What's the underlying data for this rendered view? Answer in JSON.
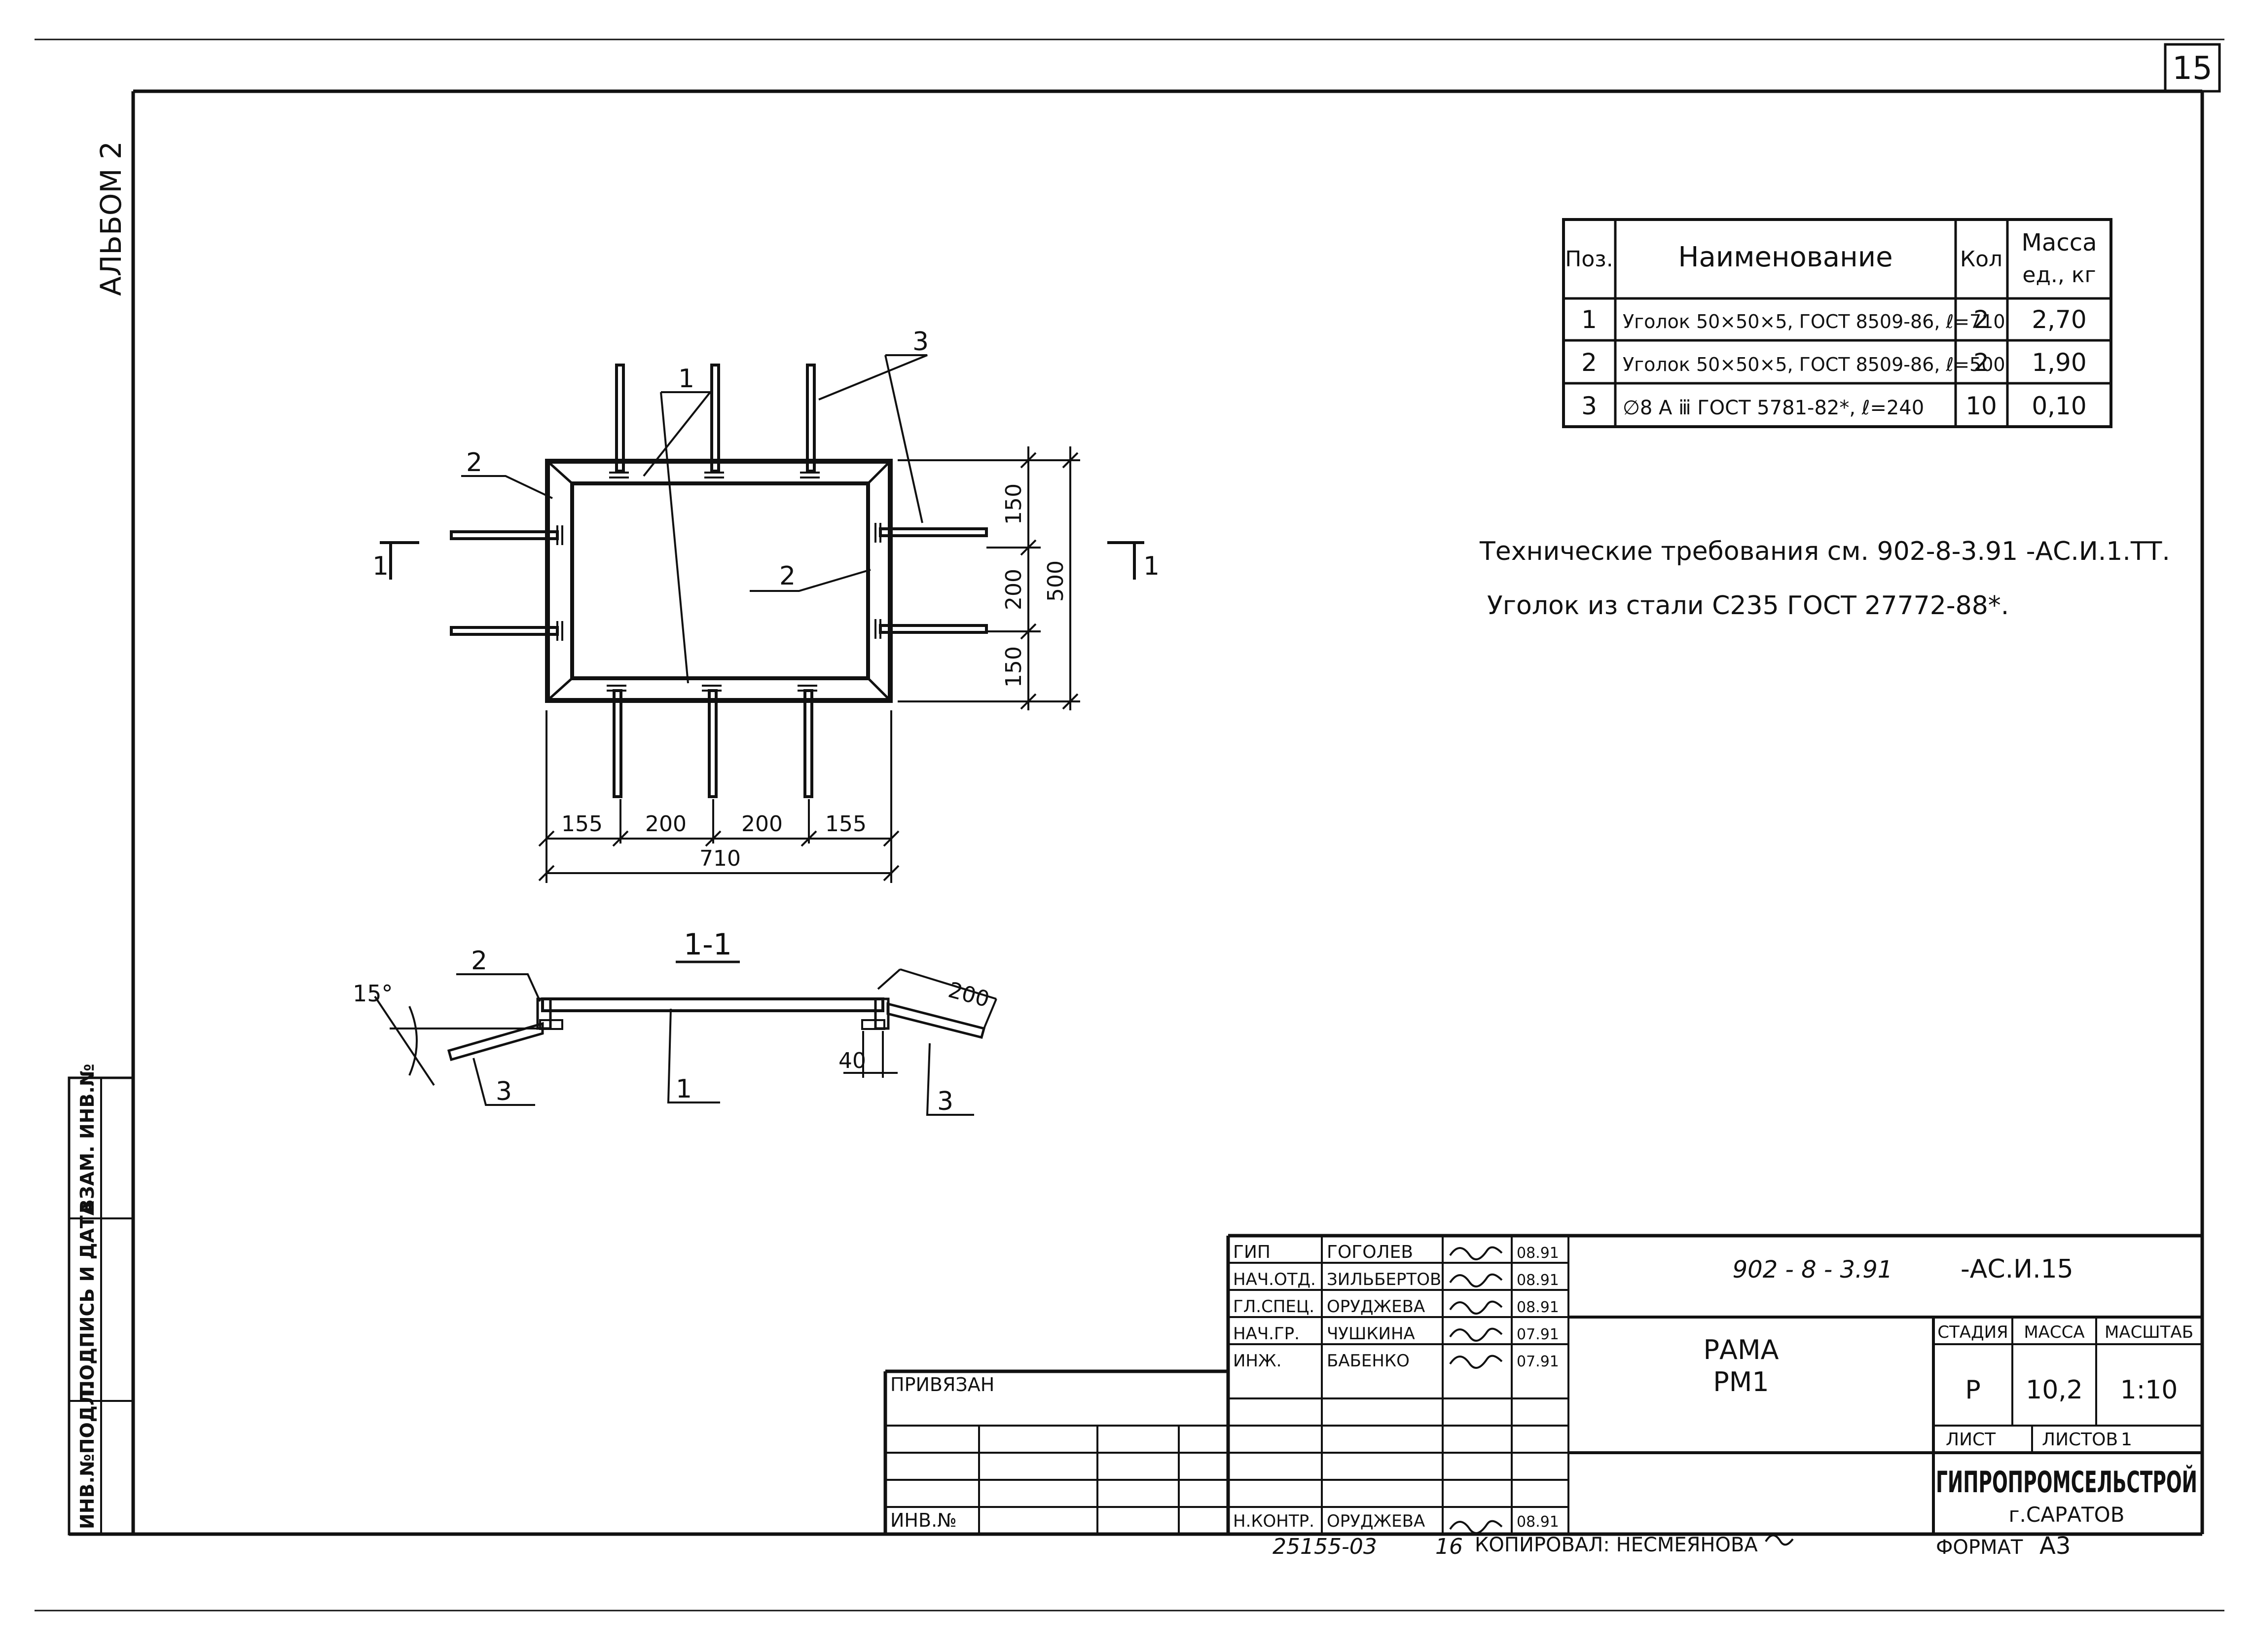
{
  "sheet": {
    "page_number": "15",
    "album": "АЛЬБОМ 2"
  },
  "side_stamp": {
    "inv_podl": "ИНВ.№ПОДЛ.",
    "podpis_data": "ПОДПИСЬ И ДАТА",
    "vzam_inv": "ВЗАМ. ИНВ.№"
  },
  "spec_table": {
    "headers": [
      "Поз.",
      "Наименование",
      "Кол",
      "Масса",
      "ед., кг"
    ],
    "rows": [
      {
        "pos": "1",
        "name": "Уголок 50×50×5, ГОСТ 8509-86, ℓ=710",
        "qty": "2",
        "mass": "2,70"
      },
      {
        "pos": "2",
        "name": "Уголок 50×50×5, ГОСТ 8509-86, ℓ=500",
        "qty": "2",
        "mass": "1,90"
      },
      {
        "pos": "3",
        "name": "∅8 A ⅲ ГОСТ 5781-82*, ℓ=240",
        "qty": "10",
        "mass": "0,10"
      }
    ]
  },
  "notes": {
    "line1": "Технические требования см. 902-8-3.91 -АС.И.1.ТТ.",
    "line2": "Уголок из стали С235 ГОСТ 27772-88*."
  },
  "plan": {
    "callouts": {
      "angle_long": "1",
      "angle_short": "2",
      "angle_short_inner": "2",
      "rebar": "3"
    },
    "section_mark_left": "1",
    "section_mark_right": "1",
    "dims_bottom": [
      "155",
      "200",
      "200",
      "155"
    ],
    "dim_total_width": "710",
    "dims_right": [
      "150",
      "200",
      "150"
    ],
    "dim_total_height": "500"
  },
  "section": {
    "title": "1-1",
    "angle_label": "15°",
    "dim_length": "200",
    "dim_offset": "40",
    "callouts": {
      "angle_short": "2",
      "angle_long": "1",
      "rebar_left": "3",
      "rebar_right": "3"
    }
  },
  "title_block": {
    "code": "902 - 8 - 3.91",
    "doc": "-АС.И.15",
    "staff": [
      {
        "role": "ГИП",
        "name": "ГОГОЛЕВ",
        "date": "08.91"
      },
      {
        "role": "НАЧ.ОТД.",
        "name": "ЗИЛЬБЕРТОВ",
        "date": "08.91"
      },
      {
        "role": "ГЛ.СПЕЦ.",
        "name": "ОРУДЖЕВА",
        "date": "08.91"
      },
      {
        "role": "НАЧ.ГР.",
        "name": "ЧУШКИНА",
        "date": "07.91"
      },
      {
        "role": "ИНЖ.",
        "name": "БАБЕНКО",
        "date": "07.91"
      }
    ],
    "nkontr": {
      "role": "Н.КОНТР.",
      "name": "ОРУДЖЕВА",
      "date": "08.91"
    },
    "privyazan": "ПРИВЯЗАН",
    "inv_no": "ИНВ.№",
    "object_title_1": "РАМА",
    "object_title_2": "РМ1",
    "stadia_label": "СТАДИЯ",
    "massa_label": "МАССА",
    "masshtab_label": "МАСШТАБ",
    "stadia": "Р",
    "massa": "10,2",
    "masshtab": "1:10",
    "list_label": "ЛИСТ",
    "listov_label": "ЛИСТОВ",
    "listov": "1",
    "org": "ГИПРОПРОМСЕЛЬСТРОЙ",
    "city": "г.САРАТОВ",
    "format_label": "ФОРМАТ",
    "format": "А3"
  },
  "footer": {
    "archive_no": "25155-03",
    "sheet_seq": "16",
    "copied_by": "КОПИРОВАЛ: НЕСМЕЯНОВА"
  }
}
